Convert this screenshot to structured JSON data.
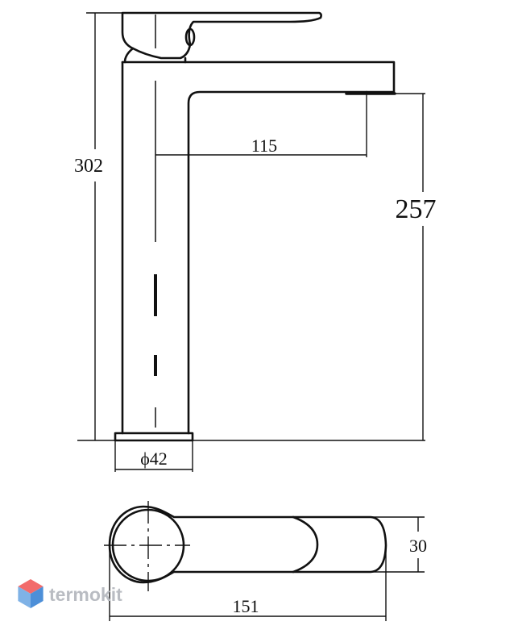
{
  "dimensions": {
    "total_height": "302",
    "spout_reach": "115",
    "spout_height": "257",
    "base_diameter": "ϕ42",
    "handle_height": "30",
    "total_length": "151"
  },
  "watermark": {
    "text": "termokit",
    "icon": "hexagon-cube-icon"
  },
  "colors": {
    "stroke": "#111111",
    "watermark_text": "#b9bcc2",
    "watermark_icon_top": "#f26b6b",
    "watermark_icon_left": "#7fb2e6",
    "watermark_icon_right": "#4d8fd8"
  }
}
